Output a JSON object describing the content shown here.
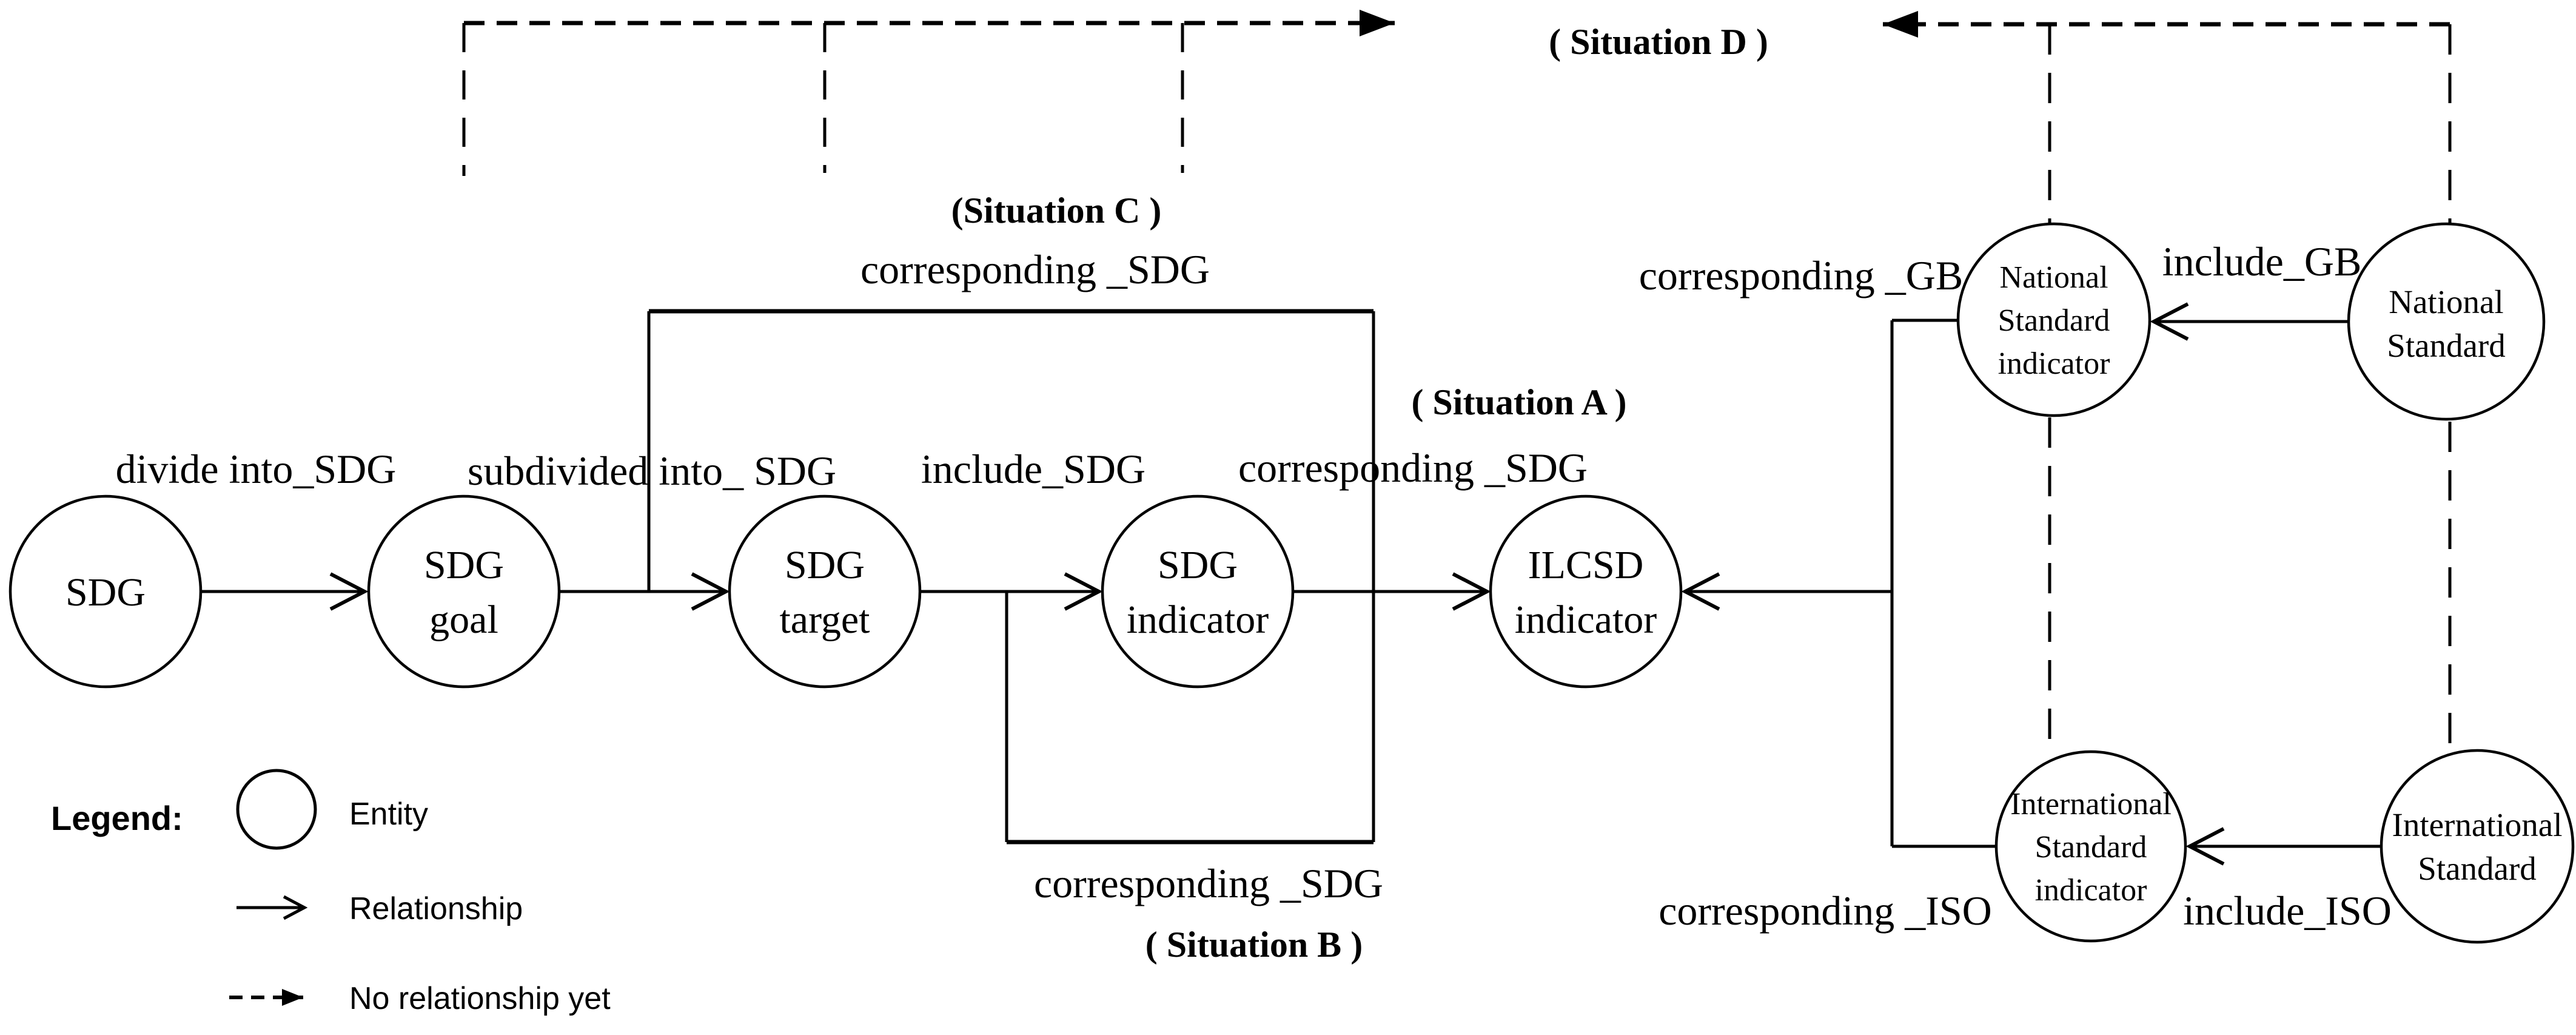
{
  "nodes": {
    "sdg": {
      "l1": "SDG"
    },
    "sdg_goal": {
      "l1": "SDG",
      "l2": "goal"
    },
    "sdg_target": {
      "l1": "SDG",
      "l2": "target"
    },
    "sdg_indicator": {
      "l1": "SDG",
      "l2": "indicator"
    },
    "ilcsd_indicator": {
      "l1": "ILCSD",
      "l2": "indicator"
    },
    "national_standard_indicator": {
      "l1": "National",
      "l2": "Standard",
      "l3": "indicator"
    },
    "national_standard": {
      "l1": "National",
      "l2": "Standard"
    },
    "international_standard_indicator": {
      "l1": "International",
      "l2": "Standard",
      "l3": "indicator"
    },
    "international_standard": {
      "l1": "International",
      "l2": "Standard"
    }
  },
  "relationships": {
    "divide_into_sdg": "divide into_SDG",
    "subdivided_into_sdg": "subdivided into_ SDG",
    "include_sdg": "include_SDG",
    "corresponding_sdg": "corresponding _SDG",
    "corresponding_sdg_top": "corresponding _SDG",
    "corresponding_sdg_bottom": "corresponding _SDG",
    "corresponding_gb": "corresponding _GB",
    "include_gb": "include_GB",
    "corresponding_iso": "corresponding _ISO",
    "include_iso": "include_ISO"
  },
  "situations": {
    "a": "( Situation A )",
    "b": "( Situation B )",
    "c": "(Situation C )",
    "d": "( Situation D )"
  },
  "legend": {
    "title": "Legend:",
    "entity": "Entity",
    "relationship": "Relationship",
    "no_relationship_yet": "No relationship yet"
  },
  "colors": {
    "situation_red": "#ff0000",
    "line_black": "#000000"
  }
}
